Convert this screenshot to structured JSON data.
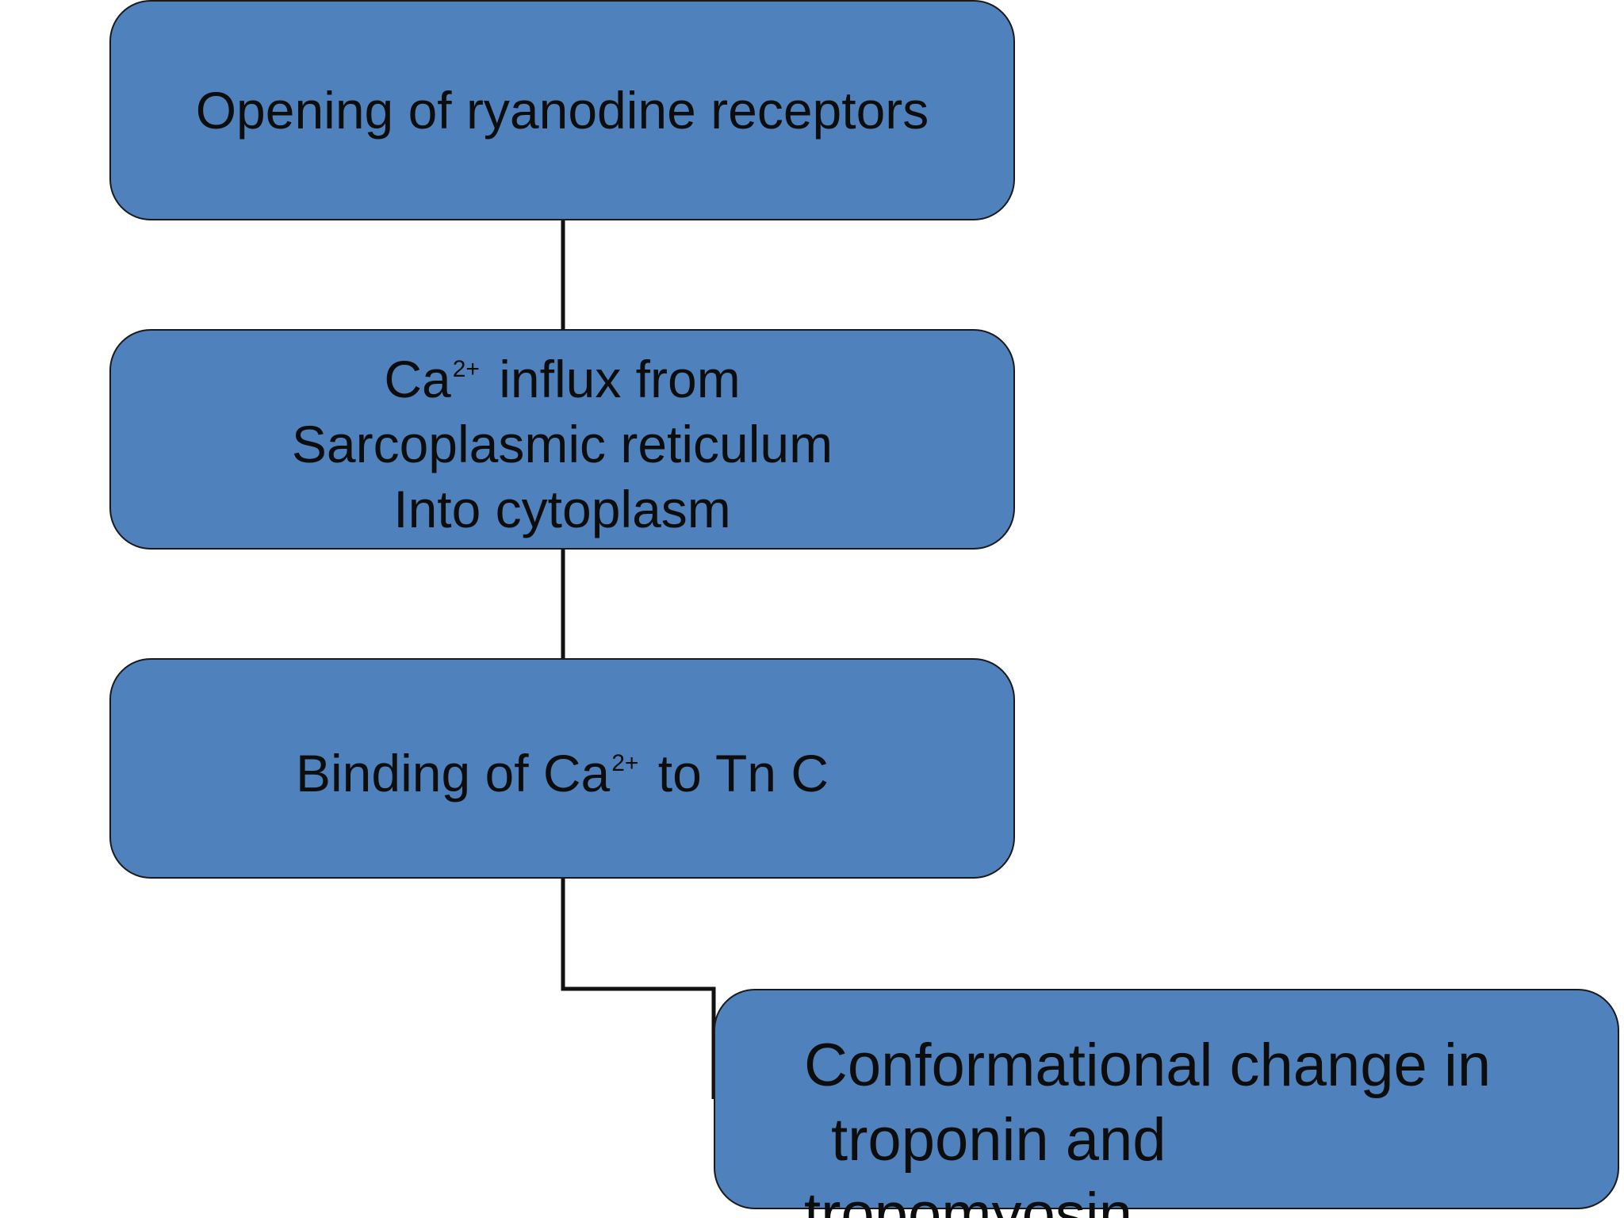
{
  "colors": {
    "node_fill": "#4f81bd",
    "node_border": "#1a1a1a",
    "connector": "#111111",
    "text": "#0d0d0d",
    "background": "#ffffff"
  },
  "nodes": [
    {
      "id": "opening-ryanodine",
      "lines": [
        {
          "text": "Opening of ryanodine receptors"
        }
      ]
    },
    {
      "id": "ca-influx",
      "lines": [
        {
          "pre": "Ca",
          "sup": "2+",
          "post": " influx from"
        },
        {
          "text": "Sarcoplasmic reticulum"
        },
        {
          "text": "Into cytoplasm"
        }
      ]
    },
    {
      "id": "binding-ca-tnc",
      "lines": [
        {
          "pre": "Binding of Ca",
          "sup": "2+",
          "post": " to Tn C"
        }
      ]
    },
    {
      "id": "conformational-change",
      "lines": [
        {
          "text": "Conformational change in"
        },
        {
          "text": "troponin and"
        },
        {
          "text": "tropomyosin"
        }
      ]
    }
  ],
  "edges": [
    {
      "from": "opening-ryanodine",
      "to": "ca-influx"
    },
    {
      "from": "ca-influx",
      "to": "binding-ca-tnc"
    },
    {
      "from": "binding-ca-tnc",
      "to": "conformational-change"
    }
  ]
}
